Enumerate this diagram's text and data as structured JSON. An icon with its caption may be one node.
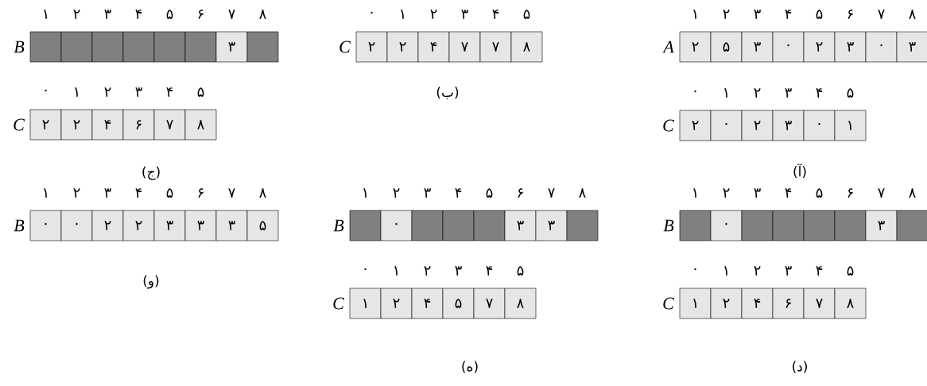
{
  "diagram": {
    "nodes": [
      {
        "text": [
          "۲"
        ]
      },
      {
        "text": [
          "۵"
        ]
      },
      {
        "text": [
          "۳"
        ]
      },
      {
        "text": [
          "۰"
        ]
      },
      {
        "text": [
          "۲"
        ]
      },
      {
        "text": [
          "۳"
        ]
      },
      {
        "text": [
          "۰"
        ]
      },
      {
        "text": [
          "۳"
        ]
      },
      {
        "text": [
          "۲"
        ]
      },
      {
        "text": [
          "۰"
        ]
      },
      {
        "text": [
          "۲"
        ]
      },
      {
        "text": [
          "۳"
        ]
      },
      {
        "text": [
          "۰"
        ]
      },
      {
        "text": [
          "۱"
        ]
      },
      {
        "text": [
          "۲"
        ]
      },
      {
        "text": [
          "۲"
        ]
      },
      {
        "text": [
          "۴"
        ]
      },
      {
        "text": [
          "۷"
        ]
      },
      {
        "text": [
          "۷"
        ]
      },
      {
        "text": [
          "۸"
        ]
      },
      {
        "text": [],
        "shape": "box"
      },
      {
        "text": [],
        "shape": "box"
      },
      {
        "text": [],
        "shape": "box"
      },
      {
        "text": [],
        "shape": "box"
      },
      {
        "text": [],
        "shape": "box"
      },
      {
        "text": [],
        "shape": "box"
      },
      {
        "text": [
          "۳"
        ]
      },
      {
        "text": [],
        "shape": "box"
      },
      {
        "text": [
          "۲"
        ]
      },
      {
        "text": [
          "۲"
        ]
      },
      {
        "text": [
          "۴"
        ]
      },
      {
        "text": [
          "۶"
        ]
      },
      {
        "text": [
          "۷"
        ]
      },
      {
        "text": [
          "۸"
        ]
      },
      {
        "text": [],
        "shape": "box"
      },
      {
        "text": [
          "۰"
        ]
      },
      {
        "text": [],
        "shape": "box"
      },
      {
        "text": [],
        "shape": "box"
      },
      {
        "text": [],
        "shape": "box"
      },
      {
        "text": [],
        "shape": "box"
      },
      {
        "text": [
          "۳"
        ]
      },
      {
        "text": [],
        "shape": "box"
      },
      {
        "text": [
          "۱"
        ]
      },
      {
        "text": [
          "۲"
        ]
      },
      {
        "text": [
          "۴"
        ]
      },
      {
        "text": [
          "۶"
        ]
      },
      {
        "text": [
          "۷"
        ]
      },
      {
        "text": [
          "۸"
        ]
      },
      {
        "text": [],
        "shape": "box"
      },
      {
        "text": [
          "۰"
        ]
      },
      {
        "text": [],
        "shape": "box"
      },
      {
        "text": [],
        "shape": "box"
      },
      {
        "text": [],
        "shape": "box"
      },
      {
        "text": [
          "۳"
        ]
      },
      {
        "text": [
          "۳"
        ]
      },
      {
        "text": [],
        "shape": "box"
      },
      {
        "text": [
          "۱"
        ]
      },
      {
        "text": [
          "۲"
        ]
      },
      {
        "text": [
          "۴"
        ]
      },
      {
        "text": [
          "۵"
        ]
      },
      {
        "text": [
          "۷"
        ]
      },
      {
        "text": [
          "۸"
        ]
      },
      {
        "text": [
          "۰"
        ]
      },
      {
        "text": [
          "۰"
        ]
      },
      {
        "text": [
          "۲"
        ]
      },
      {
        "text": [
          "۲"
        ]
      },
      {
        "text": [
          "۳"
        ]
      },
      {
        "text": [
          "۳"
        ]
      },
      {
        "text": [
          "۳"
        ]
      },
      {
        "text": [
          "۵"
        ]
      }
    ],
    "labels": [
      "A",
      "۱",
      "۲",
      "۳",
      "۴",
      "۵",
      "۶",
      "۷",
      "۸",
      "C",
      "۰",
      "۱",
      "۲",
      "۳",
      "۴",
      "۵",
      "(آ)",
      "C",
      "۰",
      "۱",
      "۲",
      "۳",
      "۴",
      "۵",
      "(ب)",
      "B",
      "۱",
      "۲",
      "۳",
      "۴",
      "۵",
      "۶",
      "۷",
      "۸",
      "C",
      "۰",
      "۱",
      "۲",
      "۳",
      "۴",
      "۵",
      "(ج)",
      "B",
      "۱",
      "۲",
      "۳",
      "۴",
      "۵",
      "۶",
      "۷",
      "۸",
      "C",
      "۰",
      "۱",
      "۲",
      "۳",
      "۴",
      "۵",
      "(د)",
      "B",
      "۱",
      "۲",
      "۳",
      "۴",
      "۵",
      "۶",
      "۷",
      "۸",
      "C",
      "۰",
      "۱",
      "۲",
      "۳",
      "۴",
      "۵",
      "(ه)",
      "B",
      "۱",
      "۲",
      "۳",
      "۴",
      "۵",
      "۶",
      "۷",
      "۸",
      "(و)"
    ]
  }
}
